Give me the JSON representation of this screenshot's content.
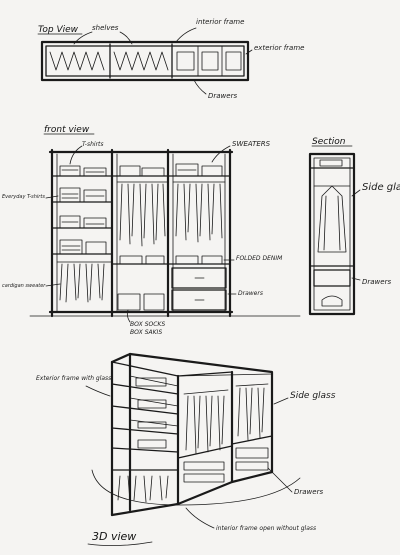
{
  "top_view": {
    "title": "Top View",
    "labels": {
      "shelves": "shelves",
      "interior_frame": "interior frame",
      "exterior_frame": "exterior frame",
      "drawers": "Drawers"
    }
  },
  "front_view": {
    "title": "front view",
    "labels": {
      "tshirts": "T-shirts",
      "sweaters": "SWEATERS",
      "everyday_tshirts": "Everyday T-shirts",
      "cardigan_sweater": "cardigan sweater",
      "folded_denim": "FOLDED DENIM",
      "drawers": "Drawers",
      "box_socks": "BOX SOCKS",
      "box_sakis": "BOX SAKIS"
    }
  },
  "section": {
    "title": "Section",
    "labels": {
      "side_glass": "Side glass",
      "drawers": "Drawers"
    }
  },
  "view_3d": {
    "title": "3D view",
    "labels": {
      "exterior_frame_glass": "Exterior frame with glass",
      "side_glass": "Side glass",
      "drawers": "Drawers",
      "interior_frame": "interior frame open without glass"
    }
  }
}
